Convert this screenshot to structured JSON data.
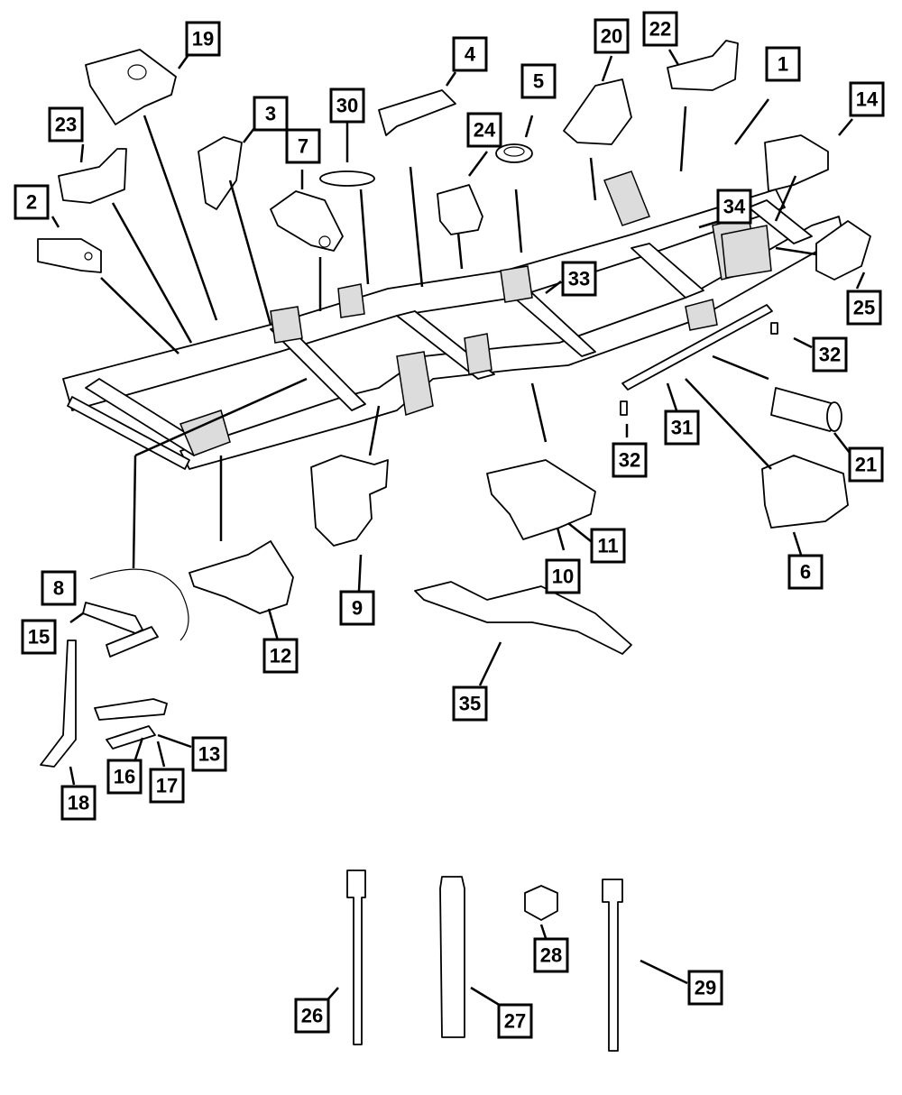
{
  "diagram": {
    "callouts": [
      {
        "id": "1",
        "label": "1"
      },
      {
        "id": "2",
        "label": "2"
      },
      {
        "id": "3",
        "label": "3"
      },
      {
        "id": "4",
        "label": "4"
      },
      {
        "id": "5",
        "label": "5"
      },
      {
        "id": "6",
        "label": "6"
      },
      {
        "id": "7",
        "label": "7"
      },
      {
        "id": "8",
        "label": "8"
      },
      {
        "id": "9",
        "label": "9"
      },
      {
        "id": "10",
        "label": "10"
      },
      {
        "id": "11",
        "label": "11"
      },
      {
        "id": "12",
        "label": "12"
      },
      {
        "id": "13",
        "label": "13"
      },
      {
        "id": "14",
        "label": "14"
      },
      {
        "id": "15",
        "label": "15"
      },
      {
        "id": "16",
        "label": "16"
      },
      {
        "id": "17",
        "label": "17"
      },
      {
        "id": "18",
        "label": "18"
      },
      {
        "id": "19",
        "label": "19"
      },
      {
        "id": "20",
        "label": "20"
      },
      {
        "id": "21",
        "label": "21"
      },
      {
        "id": "22",
        "label": "22"
      },
      {
        "id": "23",
        "label": "23"
      },
      {
        "id": "24",
        "label": "24"
      },
      {
        "id": "25",
        "label": "25"
      },
      {
        "id": "26",
        "label": "26"
      },
      {
        "id": "27",
        "label": "27"
      },
      {
        "id": "28",
        "label": "28"
      },
      {
        "id": "29",
        "label": "29"
      },
      {
        "id": "30",
        "label": "30"
      },
      {
        "id": "31",
        "label": "31"
      },
      {
        "id": "32a",
        "label": "32"
      },
      {
        "id": "32b",
        "label": "32"
      },
      {
        "id": "33",
        "label": "33"
      },
      {
        "id": "34",
        "label": "34"
      },
      {
        "id": "35",
        "label": "35"
      }
    ]
  }
}
